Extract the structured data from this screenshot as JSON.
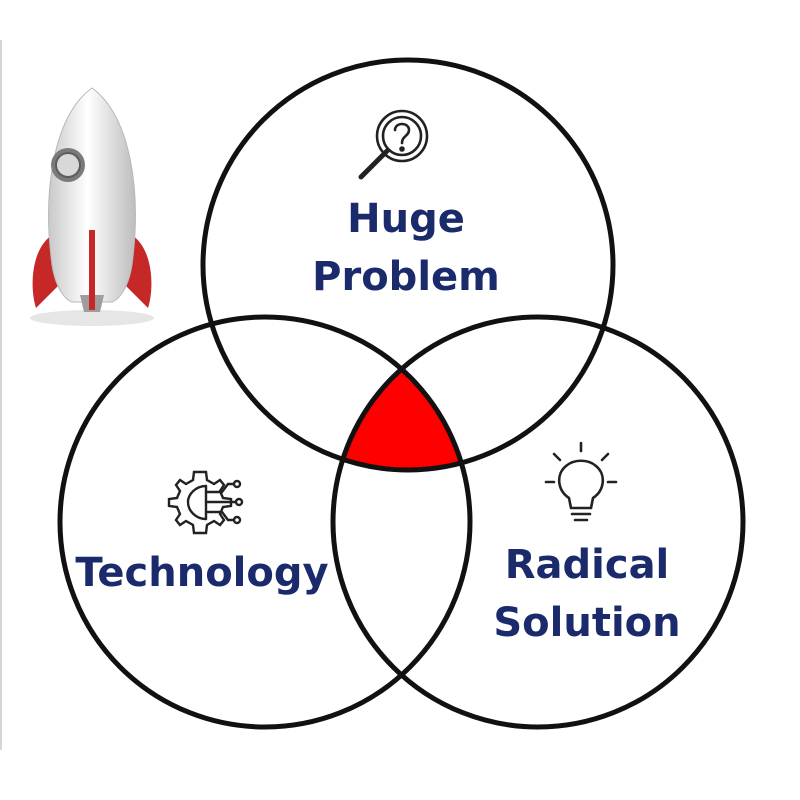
{
  "diagram": {
    "circles": [
      {
        "id": "problem",
        "label_lines": [
          "Huge",
          "Problem"
        ],
        "icon": "magnifier-question-icon"
      },
      {
        "id": "technology",
        "label_lines": [
          "Technology"
        ],
        "icon": "gear-circuit-icon"
      },
      {
        "id": "solution",
        "label_lines": [
          "Radical",
          "Solution"
        ],
        "icon": "lightbulb-icon"
      }
    ],
    "icons": {
      "rocket": "rocket-icon"
    },
    "colors": {
      "label": "#1b2a6b",
      "outline": "#111111",
      "intersection": "#ff0000",
      "rocket_body": "#e9e9e9",
      "rocket_fin": "#c62828"
    }
  }
}
